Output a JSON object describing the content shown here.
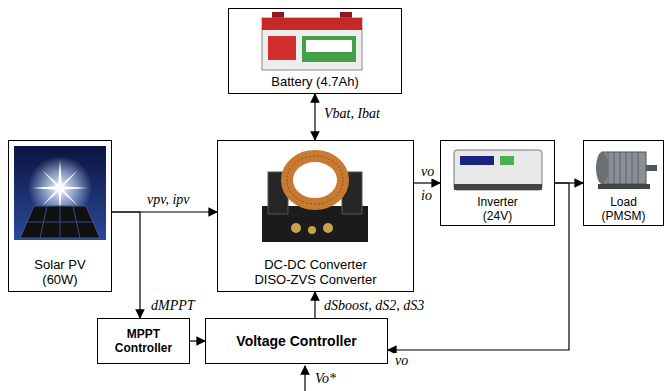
{
  "diagram": {
    "nodes": [
      {
        "text": [
          "Battery (4.7Ah)"
        ]
      },
      {
        "text": [
          "Solar PV",
          "(60W)"
        ]
      },
      {
        "text": [
          "DC-DC Converter",
          "DISO-ZVS Converter"
        ]
      },
      {
        "text": [
          "Inverter",
          "(24V)"
        ]
      },
      {
        "text": [
          "Load",
          "(PMSM)"
        ]
      },
      {
        "text": [
          "MPPT Controller"
        ]
      },
      {
        "text": [
          "Voltage Controller"
        ]
      }
    ],
    "edges": [
      {
        "from": 0,
        "to": 2,
        "arrow": "both",
        "label": "Vbat, Ibat"
      },
      {
        "from": 1,
        "to": 2,
        "arrow": "to",
        "label": "vpv, ipv"
      },
      {
        "from": 2,
        "to": 3,
        "arrow": "to",
        "label": "vo"
      },
      {
        "from": 3,
        "to": 4,
        "arrow": "to"
      },
      {
        "from": 1,
        "to": 5,
        "arrow": "to"
      },
      {
        "from": 5,
        "to": 6,
        "arrow": "to",
        "label": "dMPPT"
      },
      {
        "from": 6,
        "to": 2,
        "arrow": "to",
        "label": "dSboost, dS2, dS3"
      },
      {
        "from": 3,
        "to": 6,
        "arrow": "to",
        "label": "vo"
      }
    ],
    "labels": [
      "io",
      "Vo*"
    ]
  }
}
